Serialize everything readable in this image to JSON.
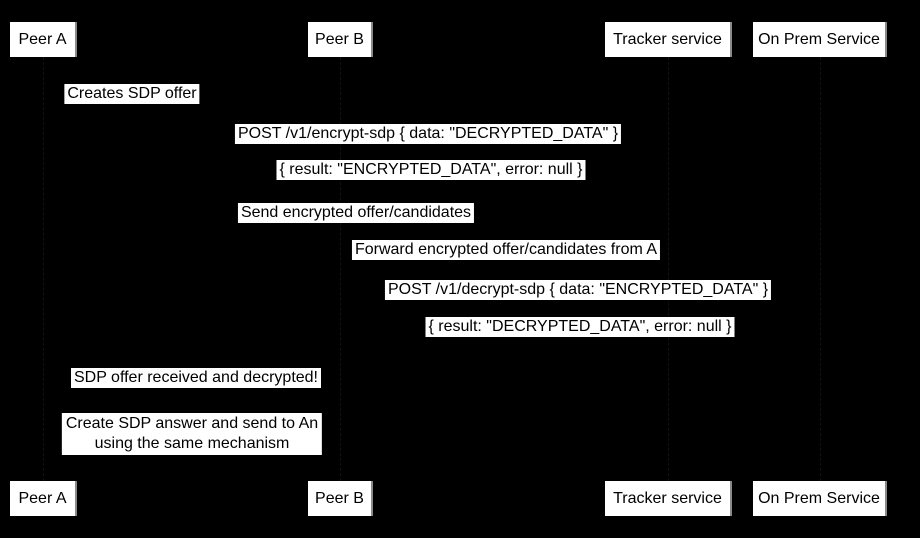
{
  "diagram": {
    "type": "sequence",
    "colors": {
      "background": "#000000",
      "box_fill": "#ffffff",
      "box_edge": "#8a8a8a",
      "text": "#000000"
    },
    "participants": [
      {
        "label": "Peer A"
      },
      {
        "label": "Peer B"
      },
      {
        "label": "Tracker service"
      },
      {
        "label": "On Prem Service"
      }
    ],
    "messages": [
      {
        "text": "Creates SDP offer",
        "from": "Peer A",
        "to": "Peer A"
      },
      {
        "text": "POST /v1/encrypt-sdp { data: \"DECRYPTED_DATA\" }",
        "from": "Peer A",
        "to": "On Prem Service"
      },
      {
        "text": "{ result: \"ENCRYPTED_DATA\", error: null }",
        "from": "On Prem Service",
        "to": "Peer A"
      },
      {
        "text": "Send encrypted offer/candidates",
        "from": "Peer A",
        "to": "Tracker service"
      },
      {
        "text": "Forward encrypted offer/candidates from A",
        "from": "Tracker service",
        "to": "Peer B"
      },
      {
        "text": "POST /v1/decrypt-sdp { data: \"ENCRYPTED_DATA\" }",
        "from": "Peer B",
        "to": "On Prem Service"
      },
      {
        "text": "{ result: \"DECRYPTED_DATA\", error: null }",
        "from": "On Prem Service",
        "to": "Peer B"
      },
      {
        "text": "SDP offer received and decrypted!",
        "from": "Peer B",
        "to": "Peer A"
      }
    ],
    "note": {
      "line1": "Create SDP answer and send to An",
      "line2": "using the same mechanism",
      "over": "Peer A, Peer B"
    }
  }
}
